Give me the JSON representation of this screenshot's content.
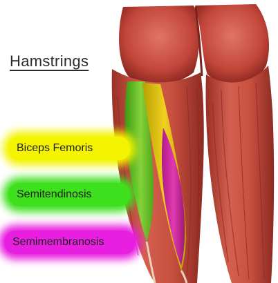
{
  "title": "Hamstrings",
  "labels": [
    {
      "key": "biceps",
      "text": "Biceps Femoris",
      "color": "#f4f400"
    },
    {
      "key": "semitendinosus",
      "text": "Semitendinosis",
      "color": "#3ee01e"
    },
    {
      "key": "semimembranosus",
      "text": "Semimembranosis",
      "color": "#e81ee0"
    }
  ],
  "colors": {
    "muscle": "#c2453a",
    "muscle_dark": "#8f2a22",
    "muscle_light": "#dd7a68",
    "tendon": "#e8d2bd"
  }
}
